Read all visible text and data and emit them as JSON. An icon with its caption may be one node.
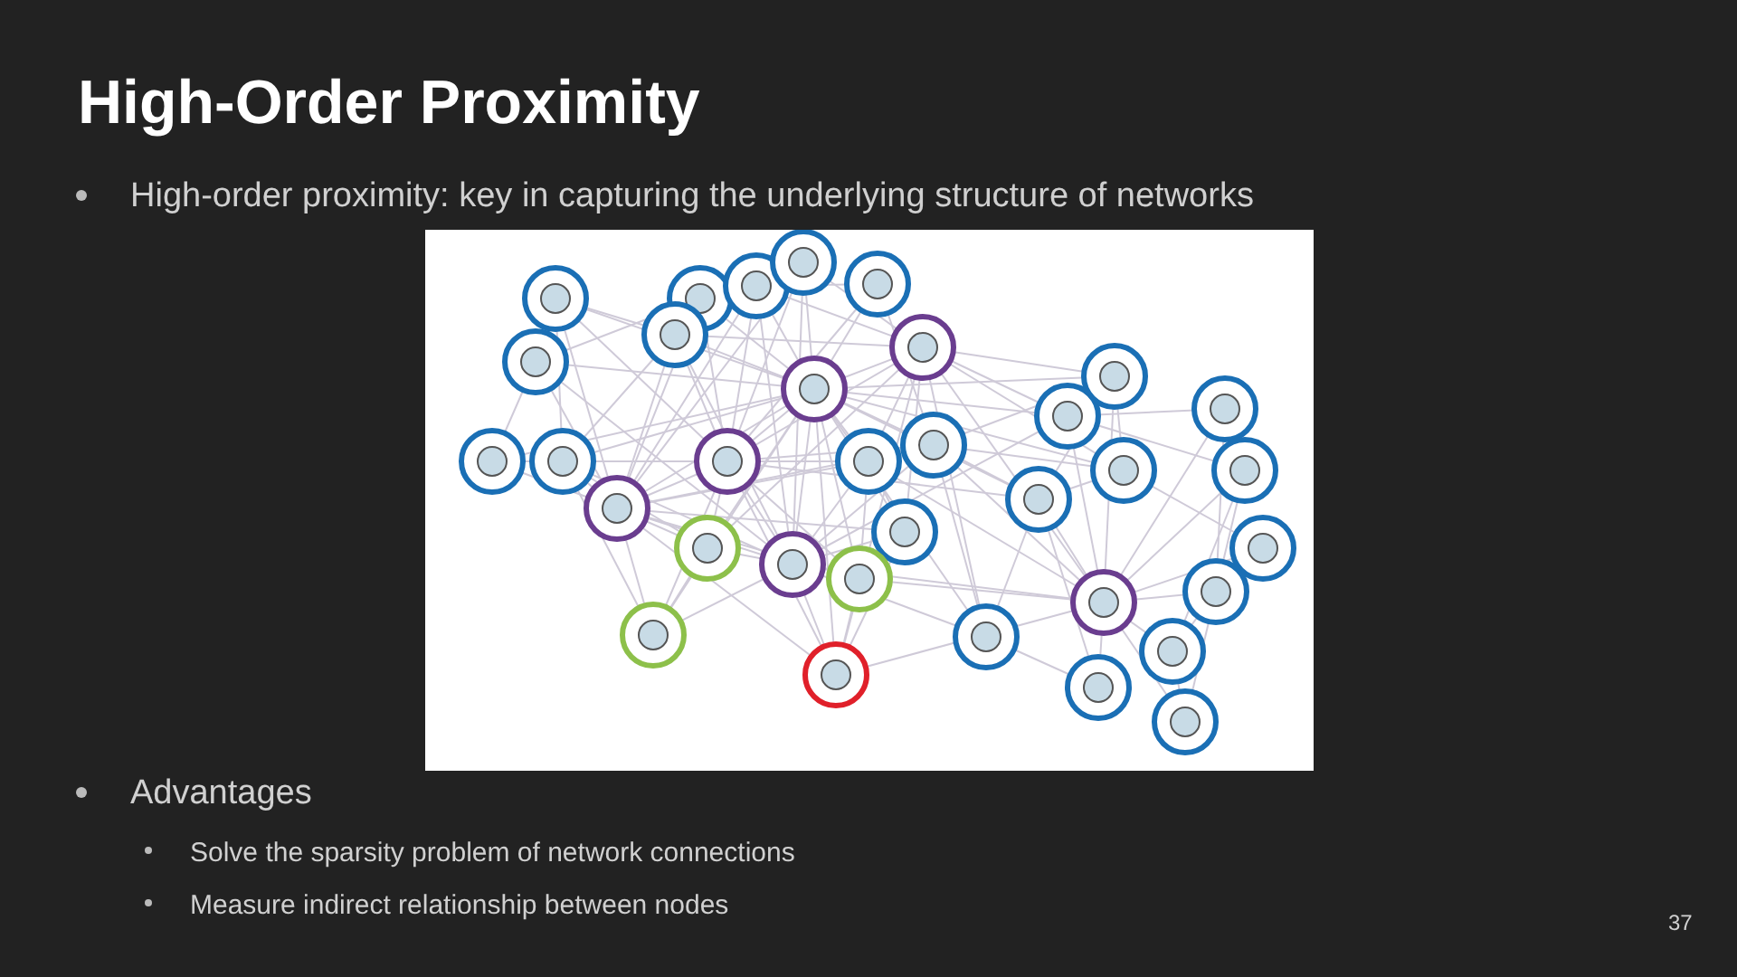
{
  "diagram": {
    "title": "High-Order Proximity",
    "labels": [
      "High-order proximity: key in capturing the underlying structure of networks",
      "Advantages",
      "Solve the sparsity problem of network connections",
      "Measure indirect relationship between nodes",
      "37"
    ]
  }
}
